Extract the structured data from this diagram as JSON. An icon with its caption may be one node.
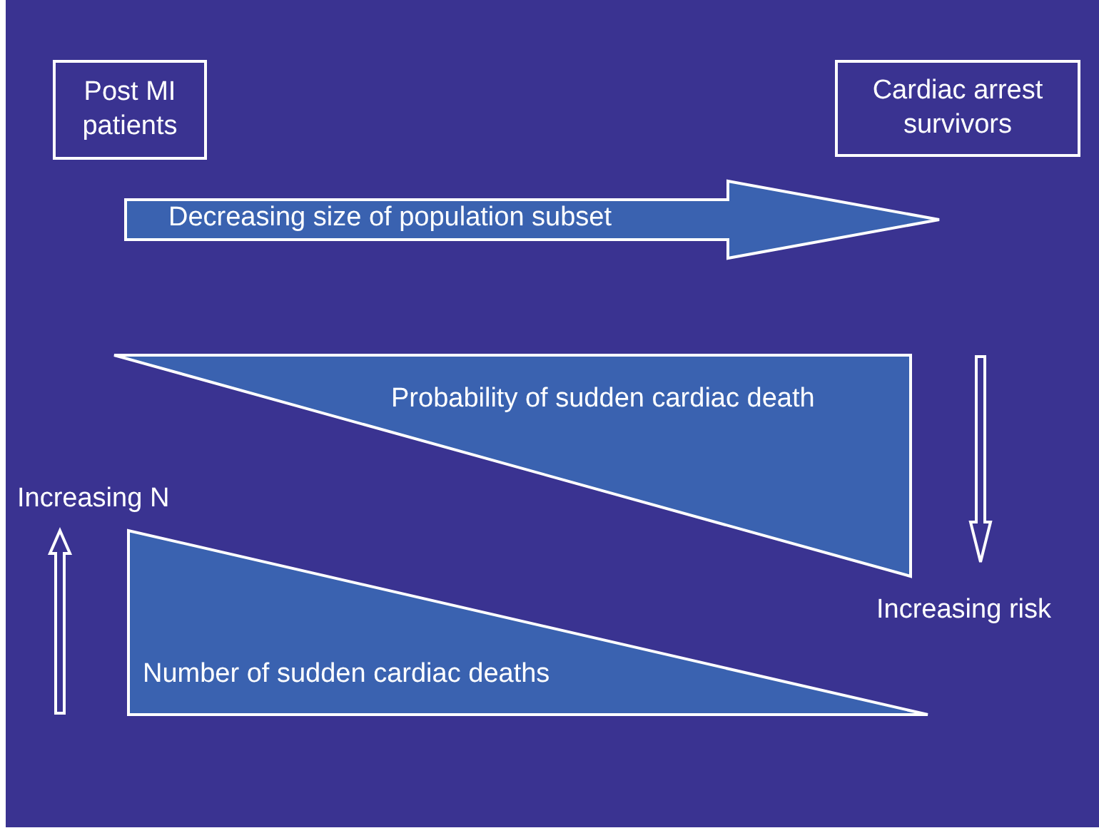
{
  "diagram": {
    "nodes": [
      {
        "text": [
          "Post MI patients"
        ]
      },
      {
        "text": [
          "Cardiac arrest survivors"
        ]
      },
      {
        "text": [
          "Decreasing size of population subset"
        ]
      },
      {
        "text": [
          "Probability of sudden cardiac death"
        ]
      },
      {
        "text": [
          "Number of sudden cardiac deaths"
        ]
      }
    ],
    "labels": [
      "Increasing N",
      "Increasing risk"
    ]
  }
}
